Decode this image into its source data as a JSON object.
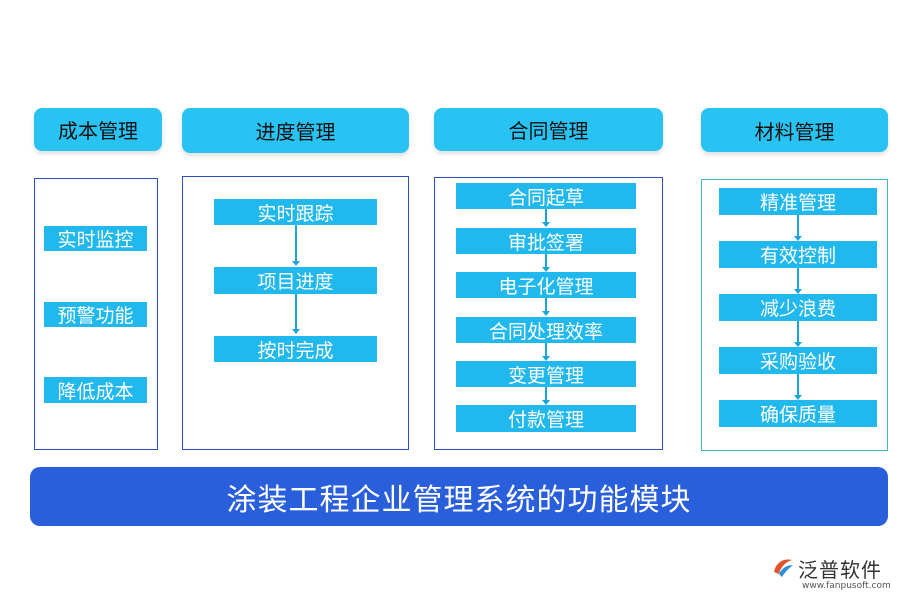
{
  "modules": [
    {
      "title": "成本管理",
      "items": [
        "实时监控",
        "预警功能",
        "降低成本"
      ]
    },
    {
      "title": "进度管理",
      "items": [
        "实时跟踪",
        "项目进度",
        "按时完成"
      ]
    },
    {
      "title": "合同管理",
      "items": [
        "合同起草",
        "审批签署",
        "电子化管理",
        "合同处理效率",
        "变更管理",
        "付款管理"
      ]
    },
    {
      "title": "材料管理",
      "items": [
        "精准管理",
        "有效控制",
        "减少浪费",
        "采购验收",
        "确保质量"
      ]
    }
  ],
  "banner": "涂装工程企业管理系统的功能模块",
  "logo": {
    "name": "泛普软件",
    "url": "www.fanpusoft.com",
    "icon": "fanpu-logo-icon"
  },
  "colors": {
    "header": "#29c3f3",
    "item": "#21b8ee",
    "banner": "#2a5fdc",
    "border": "#2b53b8"
  }
}
